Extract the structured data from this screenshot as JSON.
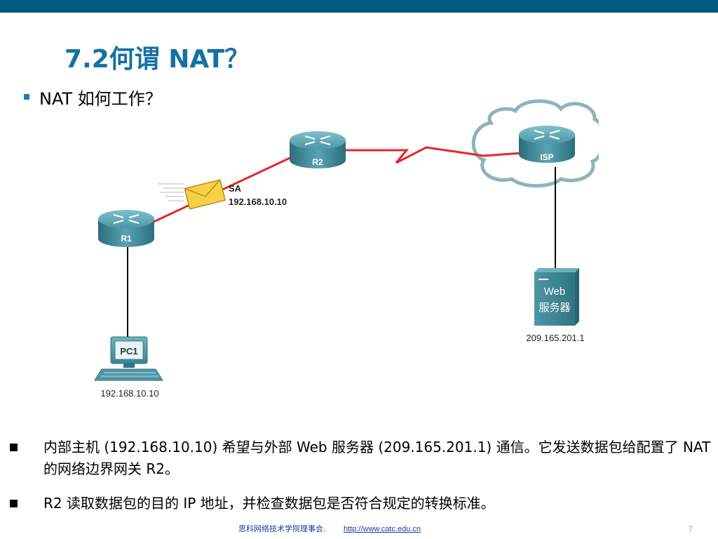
{
  "slide": {
    "title": "7.2何谓 NAT？",
    "subtitle": "NAT 如何工作？"
  },
  "diagram": {
    "routers": {
      "r1": "R1",
      "r2": "R2",
      "isp": "ISP"
    },
    "pc": {
      "label": "PC1",
      "ip": "192.168.10.10"
    },
    "packet": {
      "sa_label": "SA",
      "sa_ip": "192.168.10.10"
    },
    "server": {
      "label_line1": "Web",
      "label_line2": "服务器",
      "ip": "209.165.201.1"
    },
    "colors": {
      "wan_link": "#e8262a",
      "lan_link": "#000000",
      "router_body": "#3e8b9a",
      "cloud_stroke": "#8fb3bb",
      "server_body": "#3e8b9a",
      "envelope": "#f6d046"
    }
  },
  "body": {
    "para1": "内部主机 (192.168.10.10) 希望与外部 Web 服务器 (209.165.201.1) 通信。它发送数据包给配置了 NAT 的网络边界网关 R2。",
    "para2": "R2 读取数据包的目的 IP 地址，并检查数据包是否符合规定的转换标准。"
  },
  "footer": {
    "org": "思科网络技术学院理事会.",
    "url": "http://www.catc.edu.cn",
    "page": "7"
  }
}
